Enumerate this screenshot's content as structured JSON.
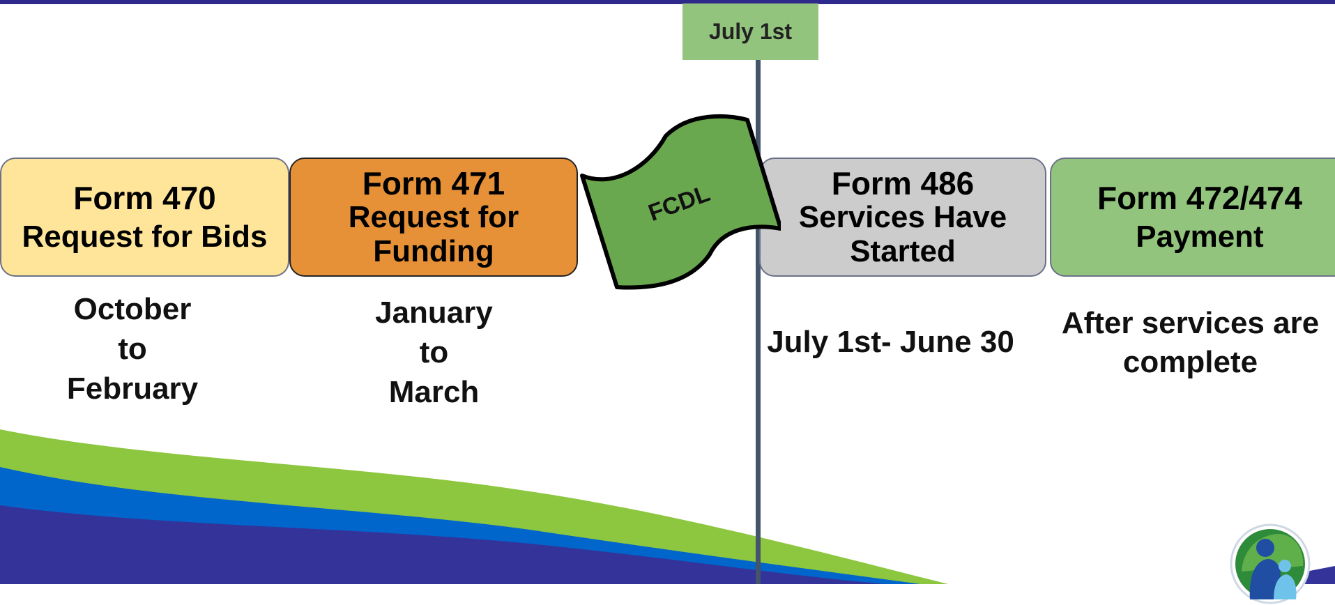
{
  "milestone": {
    "label": "July 1st"
  },
  "flag": {
    "label": "FCDL"
  },
  "forms": [
    {
      "title": "Form 470",
      "subtitle": "Request for Bids",
      "period": "October\nto\nFebruary",
      "color": "#ffe599"
    },
    {
      "title": "Form 471",
      "subtitle": "Request for Funding",
      "period": "January\nto\nMarch",
      "color": "#e69138"
    },
    {
      "title": "Form 486",
      "subtitle": "Services Have Started",
      "period": "July 1st- June 30",
      "color": "#cccccc"
    },
    {
      "title": "Form 472/474",
      "subtitle": "Payment",
      "period": "After services are complete",
      "color": "#93c47d"
    }
  ],
  "colors": {
    "top_bar": "#2e2a8c",
    "wave_green": "#8dc63f",
    "wave_blue": "#0066cc",
    "wave_navy": "#33339a",
    "timeline": "#44546a",
    "flag_fill": "#6aa84f"
  },
  "icons": {
    "flag": "flag-icon",
    "logo": "family-logo-icon"
  }
}
